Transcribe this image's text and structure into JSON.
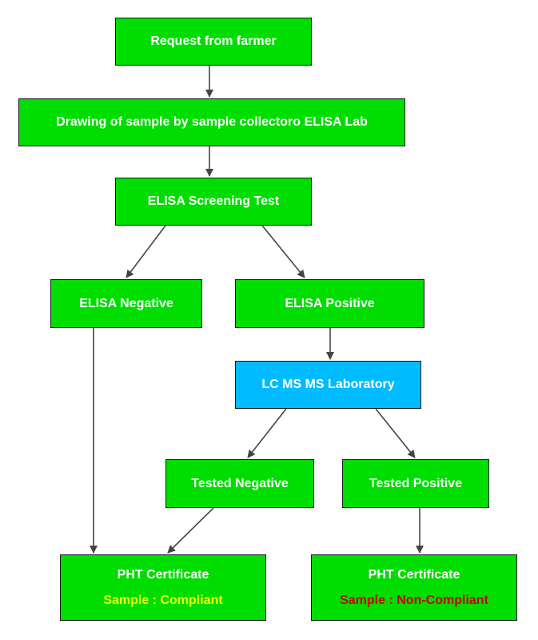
{
  "nodes": {
    "request": "Request from farmer",
    "drawing": "Drawing of sample by sample collectoro ELISA Lab",
    "screening": "ELISA Screening Test",
    "elisa_negative": "ELISA Negative",
    "elisa_positive": "ELISA Positive",
    "lcms_lab": "LC MS MS Laboratory",
    "tested_negative": "Tested Negative",
    "tested_positive": "Tested Positive",
    "cert_compliant": {
      "title": "PHT Certificate",
      "status": "Sample : Compliant"
    },
    "cert_noncompliant": {
      "title": "PHT Certificate",
      "status": "Sample : Non-Compliant"
    }
  },
  "colors": {
    "node_fill": "#00dd00",
    "lab_fill": "#00bbff",
    "compliant_text": "#e8ff10",
    "noncompliant_text": "#c80000",
    "connector": "#444444"
  },
  "edges": [
    [
      "request",
      "drawing"
    ],
    [
      "drawing",
      "screening"
    ],
    [
      "screening",
      "elisa_negative"
    ],
    [
      "screening",
      "elisa_positive"
    ],
    [
      "elisa_positive",
      "lcms_lab"
    ],
    [
      "lcms_lab",
      "tested_negative"
    ],
    [
      "lcms_lab",
      "tested_positive"
    ],
    [
      "elisa_negative",
      "cert_compliant"
    ],
    [
      "tested_negative",
      "cert_compliant"
    ],
    [
      "tested_positive",
      "cert_noncompliant"
    ]
  ]
}
